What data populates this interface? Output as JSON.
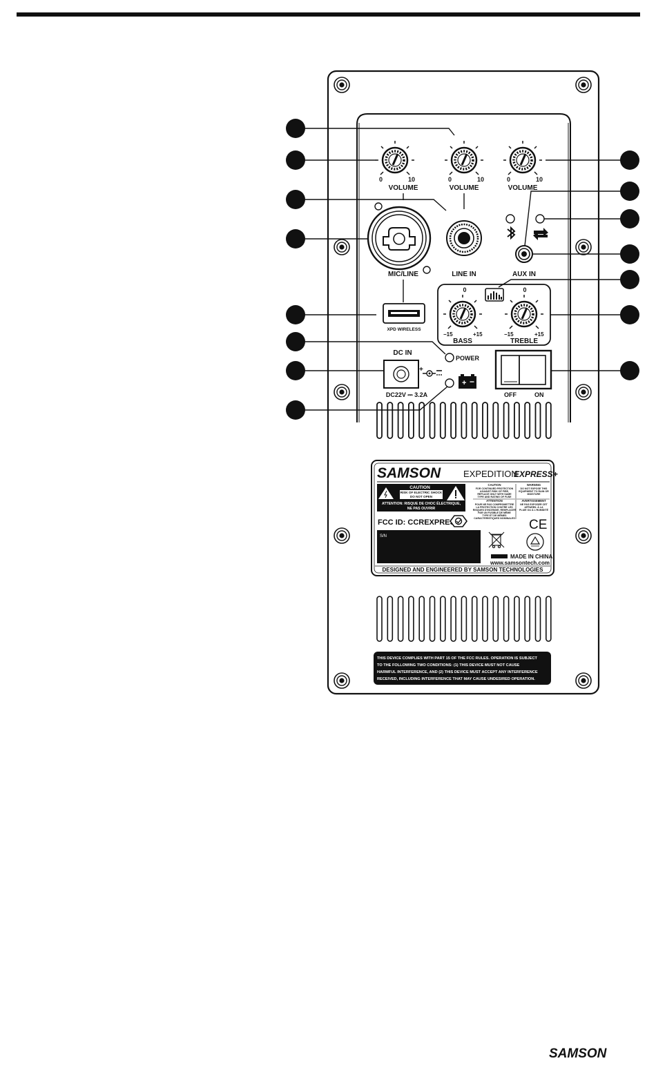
{
  "labels": {
    "volume_mic": "VOLUME",
    "volume_line": "VOLUME",
    "volume_aux": "VOLUME",
    "knob_min": "0",
    "knob_max": "10",
    "mic_line": "MIC/LINE",
    "line_in": "LINE IN",
    "aux_in": "AUX IN",
    "xpd_wireless": "XPD WIRELESS",
    "eq_zero_bass": "0",
    "eq_zero_treble": "0",
    "eq_min": "−15",
    "eq_max": "+15",
    "bass": "BASS",
    "treble": "TREBLE",
    "power": "POWER",
    "dc_in": "DC IN",
    "dc_rating": "DC22V ⎓ 3.2A",
    "switch_off": "OFF",
    "switch_on": "ON"
  },
  "rating_plate": {
    "brand": "SAMSON",
    "product_a": "EXPEDITION",
    "product_b": "EXPRESS+",
    "caution_title": "CAUTION",
    "caution_l1": "RISK OF ELECTRIC SHOCK",
    "caution_l2": "DO NOT OPEN",
    "attention_l1": "ATTENTION: RISQUE DE CHOC ÉLECTRIQUE,",
    "attention_l2": "NE PAS OUVRIR",
    "col1_title": "CAUTION",
    "col1_l1": "FOR CONTINUED PROTECTION",
    "col1_l2": "AGAINST RISK OF FIRE,",
    "col1_l3": "REPLACE ONLY WITH SAME",
    "col1_l4": "TYPE AND RATING OF FUSE",
    "col1_title2": "ATTENTION",
    "col1_m1": "POUR NE PAS COMPROMETTRE",
    "col1_m2": "LA PROTECTION CONTRE LES",
    "col1_m3": "RISQUES D'INCENDIE, REMPLACER",
    "col1_m4": "PAR UN FUSIBLE DE MÊME",
    "col1_m5": "TYPE ET DE MÊMES",
    "col1_m6": "CARACTERISTIQUES NOMINALES",
    "col2_title": "WARNING",
    "col2_l1": "DO NOT EXPOSE THIS",
    "col2_l2": "EQUIPMENT TO RAIN OR",
    "col2_l3": "MOISTURE",
    "col2_title2": "AVERTISSEMENT",
    "col2_m1": "NE PAS EXPOSER CET",
    "col2_m2": "APPAREIL À LA",
    "col2_m3": "PLUIE OU À L'HUMIDITÉ",
    "fcc_id": "FCC ID: CCREXPRESS",
    "sn": "S/N",
    "ce": "CE",
    "made_in": "MADE IN CHINA",
    "website": "www.samsontech.com",
    "footer": "DESIGNED AND ENGINEERED BY SAMSON TECHNOLOGIES"
  },
  "fcc_notice": {
    "line1": "THIS DEVICE COMPLIES WITH PART 15 OF THE FCC RULES. OPERATION IS SUBJECT",
    "line2": "TO THE FOLLOWING TWO CONDITIONS: (1) THIS DEVICE MUST NOT CAUSE",
    "line3": "HARMFUL INTERFERENCE, AND (2) THIS DEVICE MUST ACCEPT ANY INTERFERENCE",
    "line4": "RECEIVED, INCLUDING INTERFERENCE THAT MAY CAUSE UNDESIRED OPERATION."
  },
  "footer_logo": "SAMSON",
  "icons": [
    "screw-icon",
    "bluetooth-icon",
    "link-arrows-icon",
    "battery-icon",
    "dc-polarity-icon",
    "eq-graphic-icon",
    "warning-triangle-icon",
    "lightning-triangle-icon",
    "rcm-icon",
    "weee-bin-icon",
    "certification-mark-icon"
  ],
  "colors": {
    "ink": "#111111",
    "paper": "#ffffff"
  }
}
